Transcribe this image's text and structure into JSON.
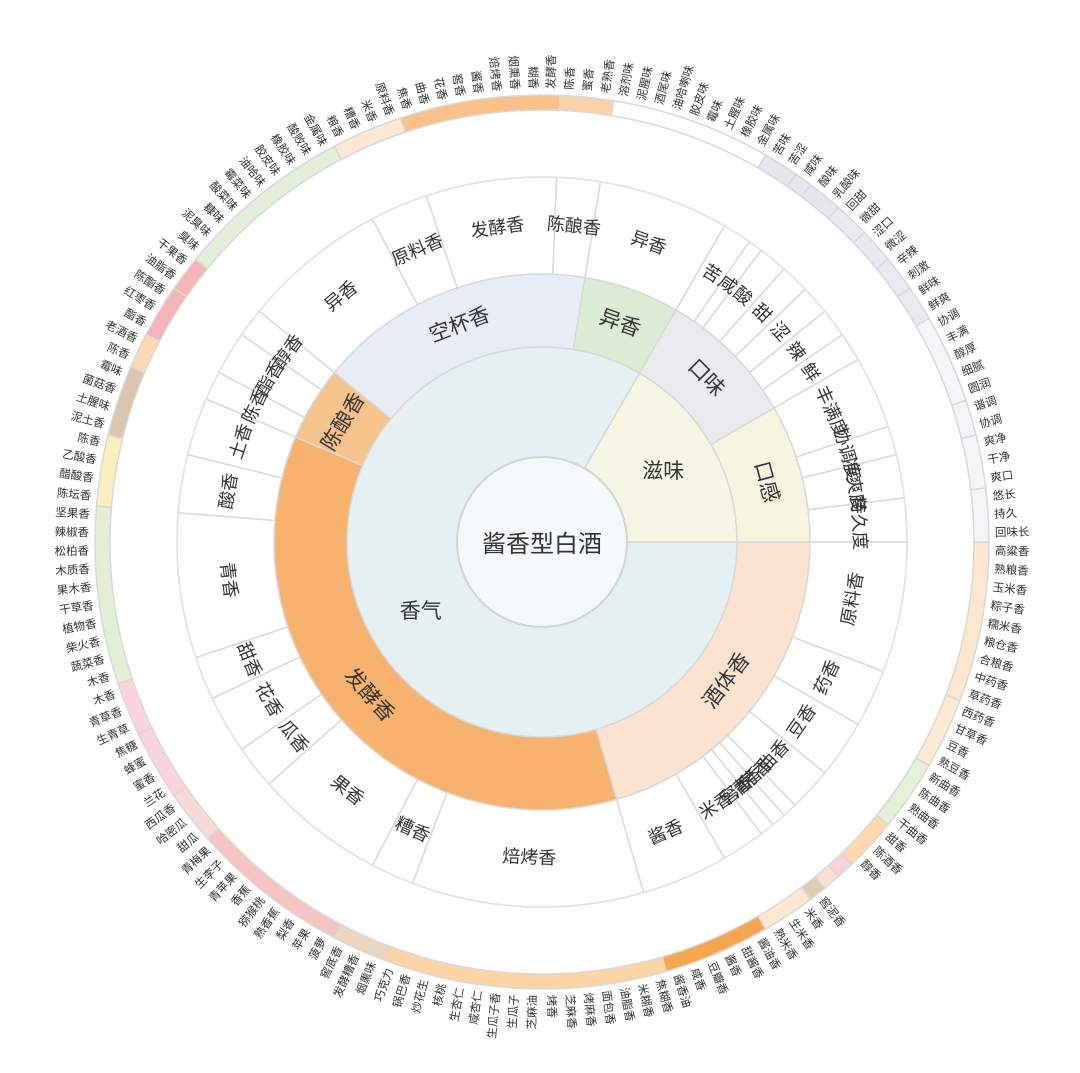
{
  "title": "酱香型白酒",
  "chart_data": {
    "type": "sunburst",
    "root": "酱香型白酒",
    "children": [
      {
        "name": "香气",
        "color": "#e6f1f4",
        "children": [
          {
            "name": "酒体香",
            "color": "#fbe3cf",
            "children": [
              {
                "name": "原料香",
                "color": "#fde7cf",
                "leaves": [
                  "高粱香",
                  "熟粮香",
                  "玉米香",
                  "粽子香",
                  "糯米香",
                  "粮仓香",
                  "合粮香",
                  "中药香",
                  "草药香"
                ]
              },
              {
                "name": "药香",
                "color": "#fdebd8",
                "leaves": [
                  "西药香",
                  "甘草香",
                  "豆香",
                  "熟豆香"
                ]
              },
              {
                "name": "豆香",
                "color": "#e7f0dc",
                "leaves": [
                  "新曲香",
                  "陈曲香",
                  "熟曲香",
                  "干曲香"
                ]
              },
              {
                "name": "曲香",
                "color": "#fdd9b0",
                "leaves": [
                  "甜香",
                  "陈酒香",
                  "醇香"
                ]
              },
              {
                "name": "芳香",
                "color": "#f8d3da",
                "leaves": []
              },
              {
                "name": "清香",
                "color": "#f9e0d1",
                "leaves": []
              },
              {
                "name": "窖香",
                "color": "#e0cbb1",
                "leaves": [
                  "窖泥香"
                ]
              },
              {
                "name": "米香",
                "color": "#fde9d2",
                "leaves": [
                  "米香",
                  "生米香",
                  "熟米香"
                ]
              },
              {
                "name": "酱香",
                "color": "#f6a64f",
                "leaves": [
                  "酱油香",
                  "甜酱香",
                  "酱香",
                  "豆瓣香",
                  "咸香",
                  "酱香油"
                ]
              }
            ]
          },
          {
            "name": "发酵香",
            "color": "#f8b26f",
            "children": [
              {
                "name": "焙烤香",
                "color": "#fcd4a6",
                "leaves": [
                  "焦糊香",
                  "米糊香",
                  "油脂香",
                  "面包香",
                  "烤麻香",
                  "芝麻香",
                  "烤香",
                  "芝麻油",
                  "生瓜子",
                  "生瓜子香",
                  "咸杏仁",
                  "生杏仁",
                  "核桃",
                  "炒花生",
                  "锅巴香",
                  "巧克力"
                ]
              },
              {
                "name": "糟香",
                "color": "#e9d7c0",
                "leaves": [
                  "烟熏味",
                  "发酵糟香",
                  "窖底香"
                ]
              },
              {
                "name": "果香",
                "color": "#f3c4c1",
                "leaves": [
                  "菠萝",
                  "苹果",
                  "梨香",
                  "熟香蕉",
                  "猕猴桃",
                  "香蕉",
                  "青苹果",
                  "生李子",
                  "青梅果"
                ]
              },
              {
                "name": "瓜香",
                "color": "#f6dad6",
                "leaves": [
                  "甜瓜",
                  "哈密瓜",
                  "西瓜香"
                ]
              },
              {
                "name": "花香",
                "color": "#f9d4dc",
                "leaves": [
                  "兰花",
                  "蜜香",
                  "蜂蜜",
                  "焦糖"
                ]
              },
              {
                "name": "甜香",
                "color": "#f9d4dc",
                "leaves": [
                  "生青草",
                  "青草香",
                  "木香"
                ]
              },
              {
                "name": "青香",
                "color": "#e3efd6",
                "leaves": [
                  "木香",
                  "蔬菜香",
                  "柴火香",
                  "植物香",
                  "干草香",
                  "果木香",
                  "木质香",
                  "松柏香",
                  "辣椒香",
                  "坚果香"
                ]
              },
              {
                "name": "酸香",
                "color": "#fdf0c0",
                "leaves": [
                  "陈坛香",
                  "醋酸香",
                  "乙酸香",
                  "陈香"
                ]
              },
              {
                "name": "土香",
                "color": "#d9c5ad",
                "leaves": [
                  "泥土香",
                  "土腥味",
                  "菌菇香",
                  "霉味"
                ]
              }
            ]
          },
          {
            "name": "陈酿香",
            "color": "#f7c38d",
            "children": [
              {
                "name": "陈香",
                "color": "#fbd9b5",
                "leaves": [
                  "陈香",
                  "老酒香"
                ]
              },
              {
                "name": "酯香",
                "color": "#f5b3b7",
                "leaves": [
                  "酯香",
                  "红枣香",
                  "陈酯香"
                ]
              },
              {
                "name": "醇香",
                "color": "#f5b3b7",
                "leaves": [
                  "油脂香",
                  "干果香"
                ]
              }
            ]
          },
          {
            "name": "空杯香",
            "color": "#e8edf6",
            "children": [
              {
                "name": "异香",
                "color": "#e3efdb",
                "leaves": [
                  "臭味",
                  "泥臭味",
                  "糠味",
                  "酸菜味",
                  "霉菜味",
                  "油哈味",
                  "胶皮味",
                  "橡胶味",
                  "酸败味",
                  "金属味"
                ]
              },
              {
                "name": "原料香",
                "color": "#fbe9d6",
                "leaves": [
                  "粮香",
                  "糟香",
                  "米香",
                  "原料香"
                ]
              },
              {
                "name": "发酵香",
                "color": "#fbbf8a",
                "leaves": [
                  "焦香",
                  "曲香",
                  "花香",
                  "窖香",
                  "酱香",
                  "焙烤香",
                  "烟熏香",
                  "糊香",
                  "发酵香"
                ]
              },
              {
                "name": "陈酿香",
                "color": "#fbd1a8",
                "leaves": [
                  "陈香",
                  "蜜香",
                  "老熟香"
                ]
              }
            ]
          },
          {
            "name": "异香",
            "color": "#dcebd3",
            "children": [
              {
                "name": "异香",
                "color": "#ffffff",
                "leaves": [
                  "溶剂味",
                  "泥腥味",
                  "酒尾味",
                  "油哈喇味",
                  "胶皮味",
                  "霉味",
                  "土腥味",
                  "橡胶味",
                  "金属味"
                ]
              }
            ]
          }
        ]
      },
      {
        "name": "滋味",
        "color": "#f5f6e4",
        "children": [
          {
            "name": "口味",
            "color": "#ebebef",
            "children": [
              {
                "name": "苦",
                "color": "#e6e6ec",
                "leaves": [
                  "苦味",
                  "苦涩"
                ]
              },
              {
                "name": "咸",
                "color": "#e6e6ec",
                "leaves": [
                  "咸味"
                ]
              },
              {
                "name": "酸",
                "color": "#e6e6ec",
                "leaves": [
                  "酸味",
                  "乳酸味"
                ]
              },
              {
                "name": "甜",
                "color": "#e9ebf0",
                "leaves": [
                  "回甜",
                  "微甜"
                ]
              },
              {
                "name": "涩",
                "color": "#e9ebf0",
                "leaves": [
                  "涩口",
                  "微涩"
                ]
              },
              {
                "name": "辣",
                "color": "#e9ebf0",
                "leaves": [
                  "辛辣",
                  "刺激"
                ]
              },
              {
                "name": "鲜",
                "color": "#e9ebf0",
                "leaves": [
                  "鲜味",
                  "鲜爽"
                ]
              }
            ]
          },
          {
            "name": "口感",
            "color": "#f6f5e0",
            "children": [
              {
                "name": "丰满度",
                "color": "#f3f5f7",
                "leaves": [
                  "协调",
                  "丰满",
                  "醇厚",
                  "细腻",
                  "圆润"
                ]
              },
              {
                "name": "协调度",
                "color": "#f3f5f7",
                "leaves": [
                  "谐调",
                  "协调"
                ]
              },
              {
                "name": "净爽度",
                "color": "#f3f5f7",
                "leaves": [
                  "爽净",
                  "干净",
                  "爽口"
                ]
              },
              {
                "name": "持久度",
                "color": "#f3f5f7",
                "leaves": [
                  "悠长",
                  "持久",
                  "回味长"
                ]
              }
            ]
          }
        ]
      }
    ]
  }
}
